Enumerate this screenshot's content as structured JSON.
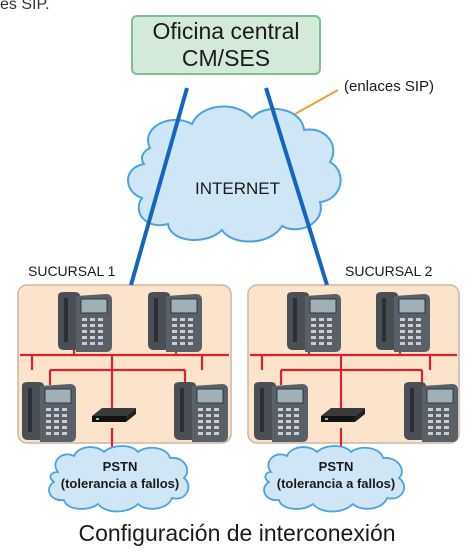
{
  "diagram": {
    "top_fragment": "es SIP.",
    "hq": {
      "line1": "Oficina central",
      "line2": "CM/SES"
    },
    "sip_links_label": "(enlaces SIP)",
    "cloud_label": "INTERNET",
    "branches": [
      {
        "label": "SUCURSAL 1",
        "pstn_line1": "PSTN",
        "pstn_line2": "(tolerancia a fallos)"
      },
      {
        "label": "SUCURSAL 2",
        "pstn_line1": "PSTN",
        "pstn_line2": "(tolerancia a fallos)"
      }
    ],
    "caption": "Configuración de interconexión",
    "colors": {
      "hq_fill": "#d4ead9",
      "hq_border": "#7fbf8f",
      "sip_link": "#1565c0",
      "callout": "#f0a030",
      "cloud_fill": "#cfe6f7",
      "cloud_stroke": "#4aa3df",
      "branch_fill": "#fbe3cc",
      "branch_border": "#c9b7a4",
      "lan": "#e0202a"
    }
  }
}
